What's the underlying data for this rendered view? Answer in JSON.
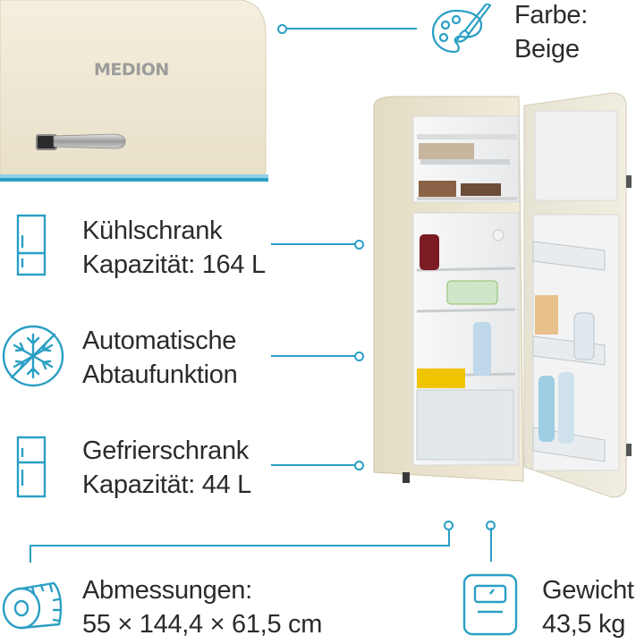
{
  "brand": {
    "logo_text": "MEDION"
  },
  "colors": {
    "accent": "#2a9fc4",
    "text": "#2b2b2b",
    "fridge_cream": "#efe9d6"
  },
  "features": {
    "color": {
      "label": "Farbe:",
      "value": "Beige",
      "icon": "palette-icon"
    },
    "fridge": {
      "title": "Kühlschrank",
      "capacity": "Kapazität: 164 L",
      "icon": "fridge-icon"
    },
    "defrost": {
      "title": "Automatische",
      "subtitle": "Abtaufunktion",
      "icon": "no-frost-icon"
    },
    "freezer": {
      "title": "Gefrierschrank",
      "capacity": "Kapazität: 44 L",
      "icon": "freezer-icon"
    },
    "dimensions": {
      "title": "Abmessungen:",
      "value": "55 × 144,4 × 61,5 cm",
      "icon": "measuring-tape-icon"
    },
    "weight": {
      "title": "Gewicht:",
      "value": "43,5 kg",
      "icon": "scale-icon"
    }
  }
}
